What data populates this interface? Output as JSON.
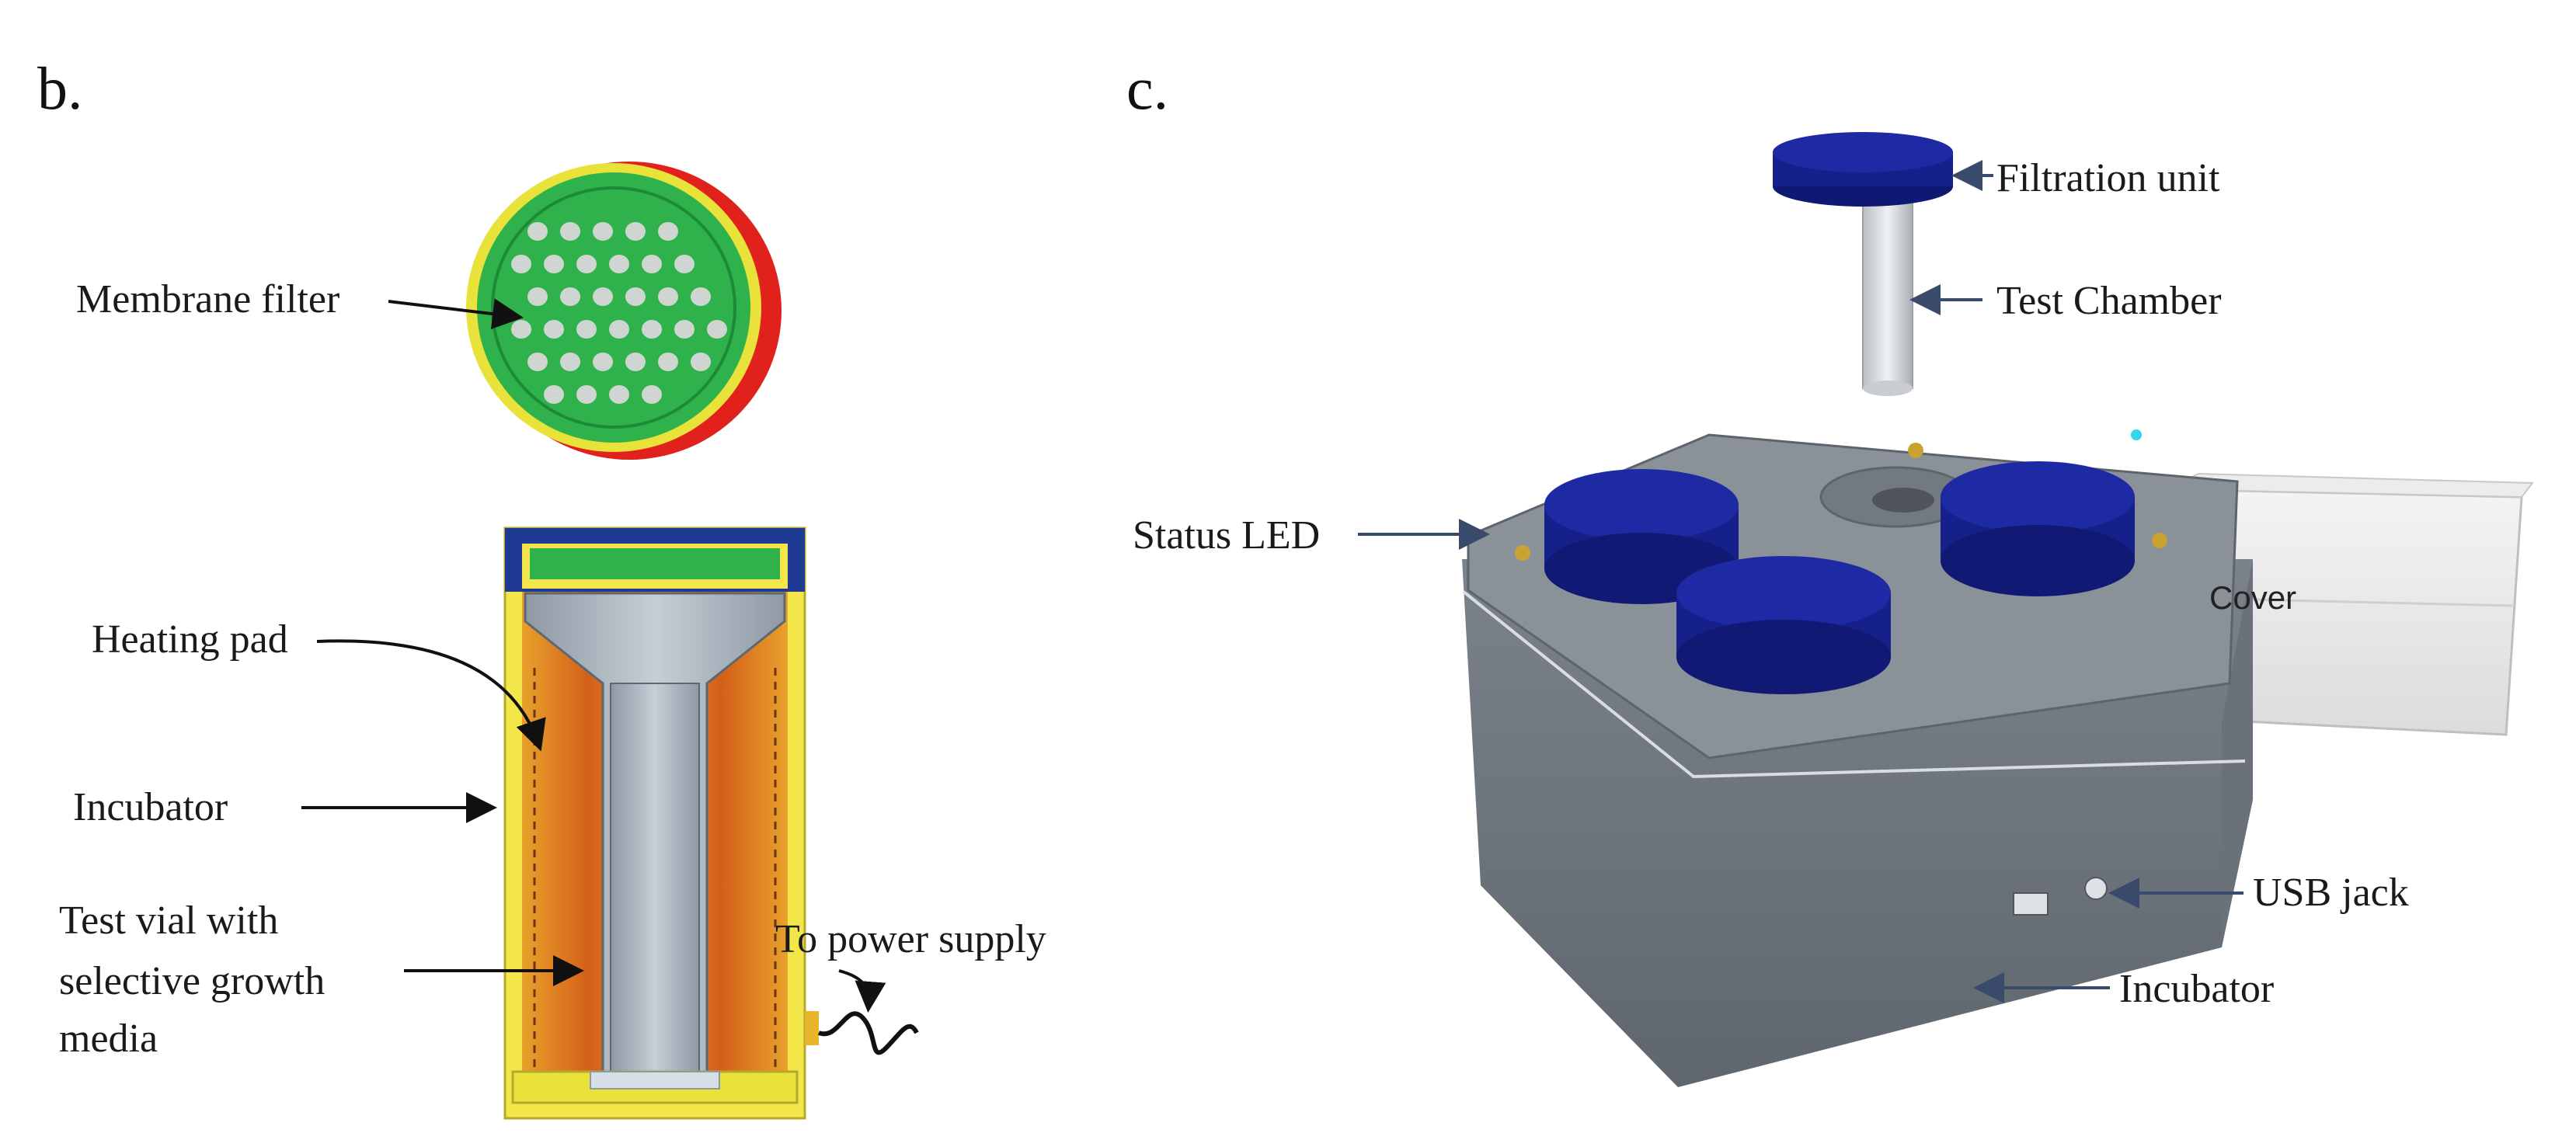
{
  "panels": {
    "b": {
      "label": "b.",
      "callouts": {
        "membrane_filter": "Membrane filter",
        "heating_pad": "Heating pad",
        "incubator": "Incubator",
        "test_vial_line1": "Test vial with",
        "test_vial_line2": "selective growth",
        "test_vial_line3": "media",
        "power_supply": "To power supply"
      }
    },
    "c": {
      "label": "c.",
      "callouts": {
        "filtration_unit": "Filtration unit",
        "test_chamber": "Test Chamber",
        "status_led": "Status LED",
        "cover": "Cover",
        "usb_jack": "USB jack",
        "incubator": "Incubator"
      }
    }
  },
  "colors": {
    "filter_green": "#2fb24c",
    "filter_rim_red": "#e0211c",
    "filter_rim_yellow": "#e8e23a",
    "incubator_orange": "#e07a1a",
    "vial_gray": "#a9b3bd",
    "cap_blue": "#1f3a93",
    "box_gray": "#767d86",
    "disc_navy": "#16208a",
    "arrow_navy": "#3a4a6b"
  }
}
